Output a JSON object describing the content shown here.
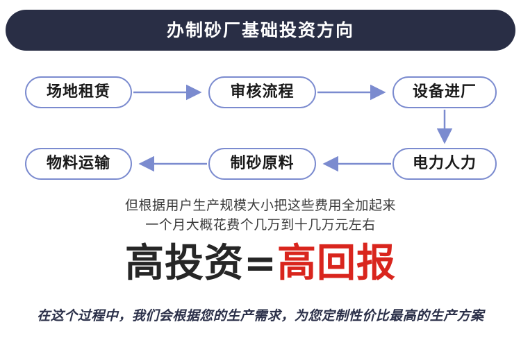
{
  "header": {
    "title": "办制砂厂基础投资方向",
    "background_color": "#292e45",
    "text_color": "#ffffff"
  },
  "flowchart": {
    "node_border_color": "#7b8bcf",
    "arrow_color": "#7b8bcf",
    "node_text_color": "#191919",
    "nodes": [
      {
        "id": "site-rental",
        "label": "场地租赁",
        "row": 1,
        "col": 1
      },
      {
        "id": "audit-process",
        "label": "审核流程",
        "row": 1,
        "col": 2
      },
      {
        "id": "equipment",
        "label": "设备进厂",
        "row": 1,
        "col": 3
      },
      {
        "id": "material-transport",
        "label": "物料运输",
        "row": 2,
        "col": 1
      },
      {
        "id": "sand-material",
        "label": "制砂原料",
        "row": 2,
        "col": 2
      },
      {
        "id": "power-labor",
        "label": "电力人力",
        "row": 2,
        "col": 3
      }
    ],
    "arrows": [
      {
        "from": "site-rental",
        "to": "audit-process",
        "direction": "right"
      },
      {
        "from": "audit-process",
        "to": "equipment",
        "direction": "right"
      },
      {
        "from": "equipment",
        "to": "power-labor",
        "direction": "down"
      },
      {
        "from": "power-labor",
        "to": "sand-material",
        "direction": "left"
      },
      {
        "from": "sand-material",
        "to": "material-transport",
        "direction": "left"
      }
    ]
  },
  "note": {
    "line1": "但根据用户生产规模大小把这些费用全加起来",
    "line2": "一个月大概花费个几万到十几万元左右",
    "text_color": "#3a3a3a"
  },
  "headline": {
    "part1": "高投资",
    "equals": "=",
    "part2": "高回报",
    "part1_color": "#262626",
    "part2_color": "#d9251d"
  },
  "footer": {
    "text": "在这个过程中，我们会根据您的生产需求，为您定制性价比最高的生产方案",
    "text_color": "#2b3049"
  }
}
